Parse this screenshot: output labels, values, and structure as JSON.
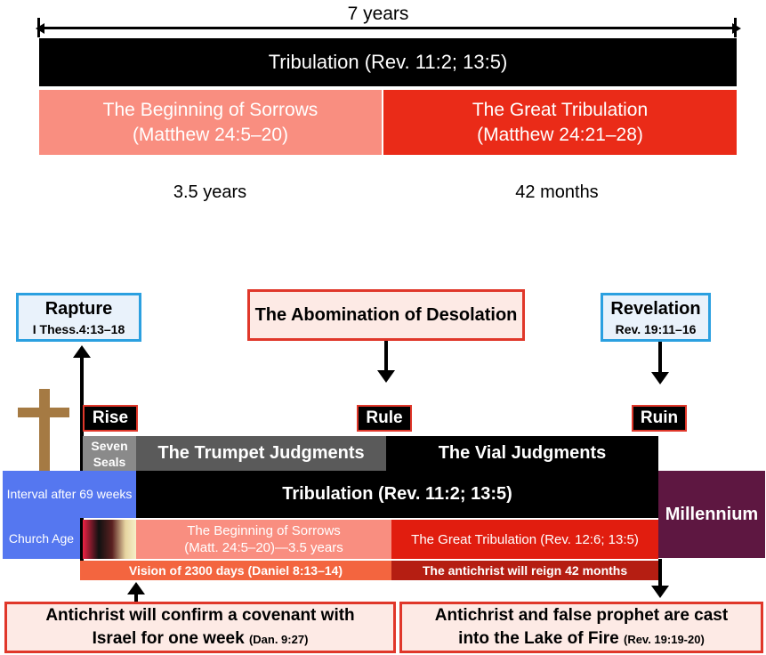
{
  "top": {
    "span_label": "7 years",
    "tribulation": "Tribulation (Rev. 11:2; 13:5)",
    "sorrows_title": "The Beginning of Sorrows",
    "sorrows_ref": "(Matthew 24:5–20)",
    "great_title": "The Great Tribulation",
    "great_ref": "(Matthew 24:21–28)",
    "duration_left": "3.5 years",
    "duration_right": "42 months"
  },
  "events": {
    "rapture_title": "Rapture",
    "rapture_ref": "I Thess.4:13–18",
    "abomination": "The Abomination of Desolation",
    "revelation_title": "Revelation",
    "revelation_ref": "Rev. 19:11–16"
  },
  "tags": {
    "rise": "Rise",
    "rule": "Rule",
    "ruin": "Ruin"
  },
  "timeline": {
    "seals_line1": "Seven",
    "seals_line2": "Seals",
    "trumpet": "The Trumpet Judgments",
    "vial": "The Vial Judgments",
    "interval": "Interval after 69 weeks",
    "tribulation": "Tribulation (Rev. 11:2; 13:5)",
    "millennium": "Millennium",
    "church_age": "Church Age",
    "sorrows_line1": "The Beginning of Sorrows",
    "sorrows_line2": "(Matt. 24:5–20)—3.5 years",
    "great": "The Great Tribulation (Rev. 12:6; 13:5)",
    "vision": "Vision of 2300 days (Daniel 8:13–14)",
    "reign": "The antichrist will reign 42 months"
  },
  "bottom": {
    "covenant_line1": "Antichrist will confirm a covenant with",
    "covenant_line2": "Israel for one week",
    "covenant_ref": "(Dan. 9:27)",
    "cast_line1": "Antichrist and false prophet are cast",
    "cast_line2": "into the Lake of Fire",
    "cast_ref": "(Rev. 19:19-20)"
  },
  "colors": {
    "sorrows": "#f98e80",
    "great": "#ea2b18",
    "interval": "#5577f0",
    "millennium": "#5e1741",
    "blue_border": "#2ba0e0",
    "red_border": "#e0372a",
    "cross": "#a57a43"
  },
  "icons": [
    "cross-icon",
    "double-arrow-icon",
    "down-arrow-icon",
    "up-arrow-icon"
  ]
}
